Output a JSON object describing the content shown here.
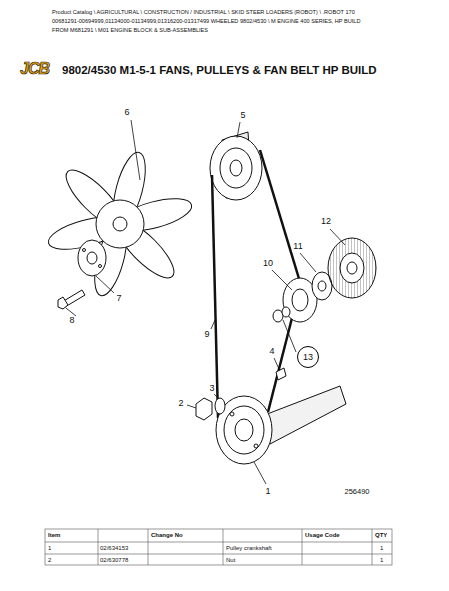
{
  "diagram": {
    "title": "9802/4530 M1-5-1 FANS, PULLEYS & FAN BELT HP BUILD",
    "nodes": [
      {
        "text": [
          "13"
        ]
      }
    ],
    "labels": [
      "Product Catalog \\ AGRICULTURAL \\ CONSTRUCTION / INDUSTRIAL \\ SKID STEER LOADERS (ROBOT) \\ .ROBOT 170",
      "00681291-00694999,01134000-01134999,01316200-01317499 WHEELED 9802/4530 \\ M ENGINE 400 SERIES, HP BUILD",
      "FROM M681291 \\ M01 ENGINE BLOCK & SUB-ASSEMBLIES",
      "JCB",
      "6",
      "5",
      "12",
      "11",
      "10",
      "7",
      "8",
      "9",
      "4",
      "2",
      "3",
      "1",
      "256490",
      "Item",
      "Change No",
      "Usage Code",
      "QTY",
      "1",
      "02/634153",
      "Pulley crankshaft",
      "1",
      "2",
      "02/630778",
      "Nut",
      "1"
    ]
  }
}
